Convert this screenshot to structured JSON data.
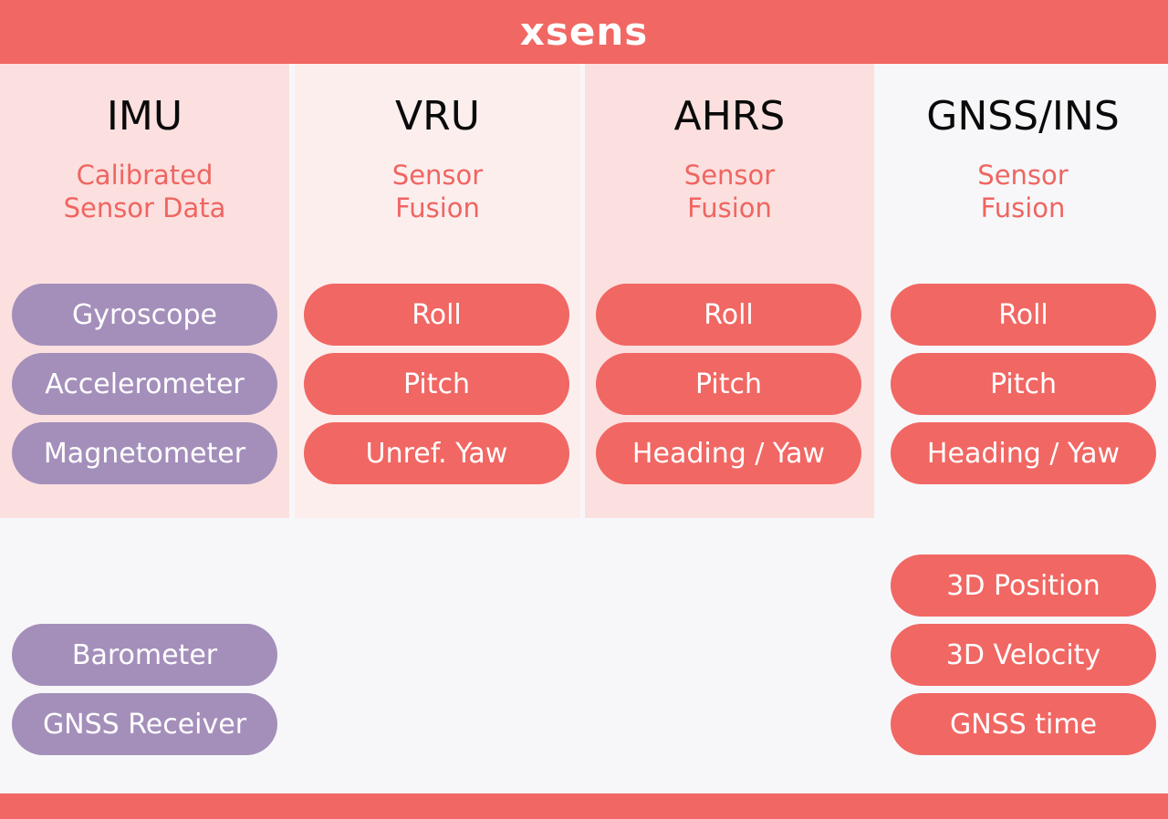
{
  "header": {
    "logo": "xsens"
  },
  "columns": [
    {
      "title": "IMU",
      "subtitle": "Calibrated Sensor Data",
      "items": [
        "Gyroscope",
        "Accelerometer",
        "Magnetometer"
      ],
      "extra_items": [
        "Barometer",
        "GNSS Receiver"
      ]
    },
    {
      "title": "VRU",
      "subtitle": "Sensor Fusion",
      "items": [
        "Roll",
        "Pitch",
        "Unref. Yaw"
      ]
    },
    {
      "title": "AHRS",
      "subtitle": "Sensor Fusion",
      "items": [
        "Roll",
        "Pitch",
        "Heading / Yaw"
      ]
    },
    {
      "title": "GNSS/INS",
      "subtitle": "Sensor Fusion",
      "items": [
        "Roll",
        "Pitch",
        "Heading / Yaw"
      ],
      "extra_items": [
        "3D Position",
        "3D Velocity",
        "GNSS time"
      ]
    }
  ],
  "colors": {
    "brand_red": "#f16763",
    "pill_purple": "#a48fbb",
    "panel_pink": "#fbe0df",
    "panel_light_pink": "#fdeeee",
    "background": "#f7f7f9"
  }
}
